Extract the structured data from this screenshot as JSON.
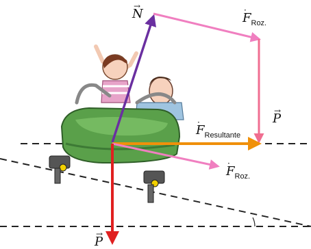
{
  "labels": {
    "normal": "N",
    "friction_top_base": "F",
    "friction_top_sub": "Roz.",
    "weight_right": "P",
    "resultant_base": "F",
    "resultant_sub": "Resultante",
    "friction_bottom_base": "F",
    "friction_bottom_sub": "Roz.",
    "weight_bottom": "P",
    "vector_mark": "→",
    "vector_dot": "·"
  },
  "colors": {
    "normal": "#6a2fa0",
    "friction": "#f07fc0",
    "weight_vertical_pink": "#f06e90",
    "resultant": "#f0900a",
    "weight": "#e02020",
    "dashes": "#222222",
    "cart_body": "#5aa04a",
    "cart_dark": "#3d7a35"
  }
}
